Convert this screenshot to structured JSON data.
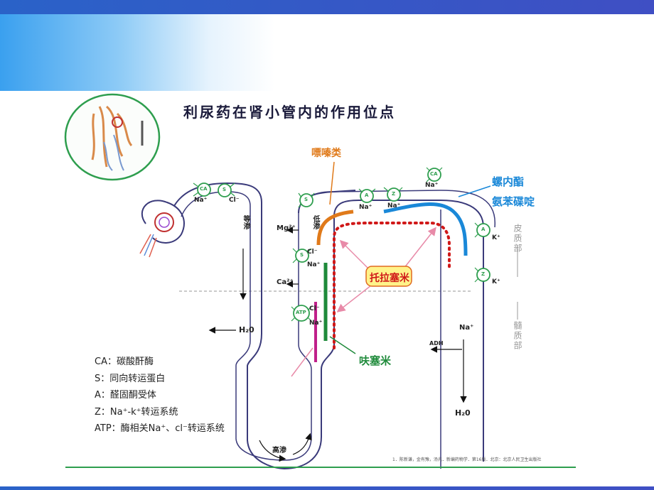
{
  "title": "利尿药在肾小管内的作用位点",
  "drugs": {
    "purines": "嘌嗪类",
    "spironolactone": "螺内酯",
    "triamterene": "氨苯碟啶",
    "torasemide": "托拉塞米",
    "furosemide": "呋塞米"
  },
  "labels": {
    "isotonic": "等渗",
    "hypotonic": "低渗",
    "hypertonic": "高渗",
    "h2o_left": "H₂0",
    "h2o_right": "H₂0",
    "adh": "ADH",
    "na": "Na⁺",
    "mg": "Mg²⁺",
    "ca": "Ca²⁺",
    "cl": "Cl⁻",
    "k": "K⁺",
    "cortex": "皮质部",
    "medulla": "髓质部"
  },
  "transporters": {
    "ca": "CA",
    "s": "S",
    "atp": "ATP",
    "a": "A",
    "z": "Z"
  },
  "legend": [
    "CA：碳酸酐酶",
    "S：同向转运蛋白",
    "A：醛固酮受体",
    "Z：Na⁺-k⁺转运系统",
    "ATP：酶相关Na⁺、cl⁻转运系统"
  ],
  "citation": "1．陈新谦，金有豫，汤光．新编药物学．第16版．北京：北京人民卫生出版社",
  "colors": {
    "header_blue": "#3aa0ef",
    "band_blue": "#2a62c8",
    "tubule": "#3a3a7a",
    "transporter": "#2e9e4e",
    "orange_drug": "#e07a1a",
    "blue_drug": "#1a88d8",
    "green_drug": "#1e8a3a",
    "torasemide_fill": "#fff38a",
    "arrow_pink": "#e88aa8",
    "dots_red": "#d01818",
    "divider": "#aaaaaa",
    "footer_line": "#2e9e4e"
  }
}
